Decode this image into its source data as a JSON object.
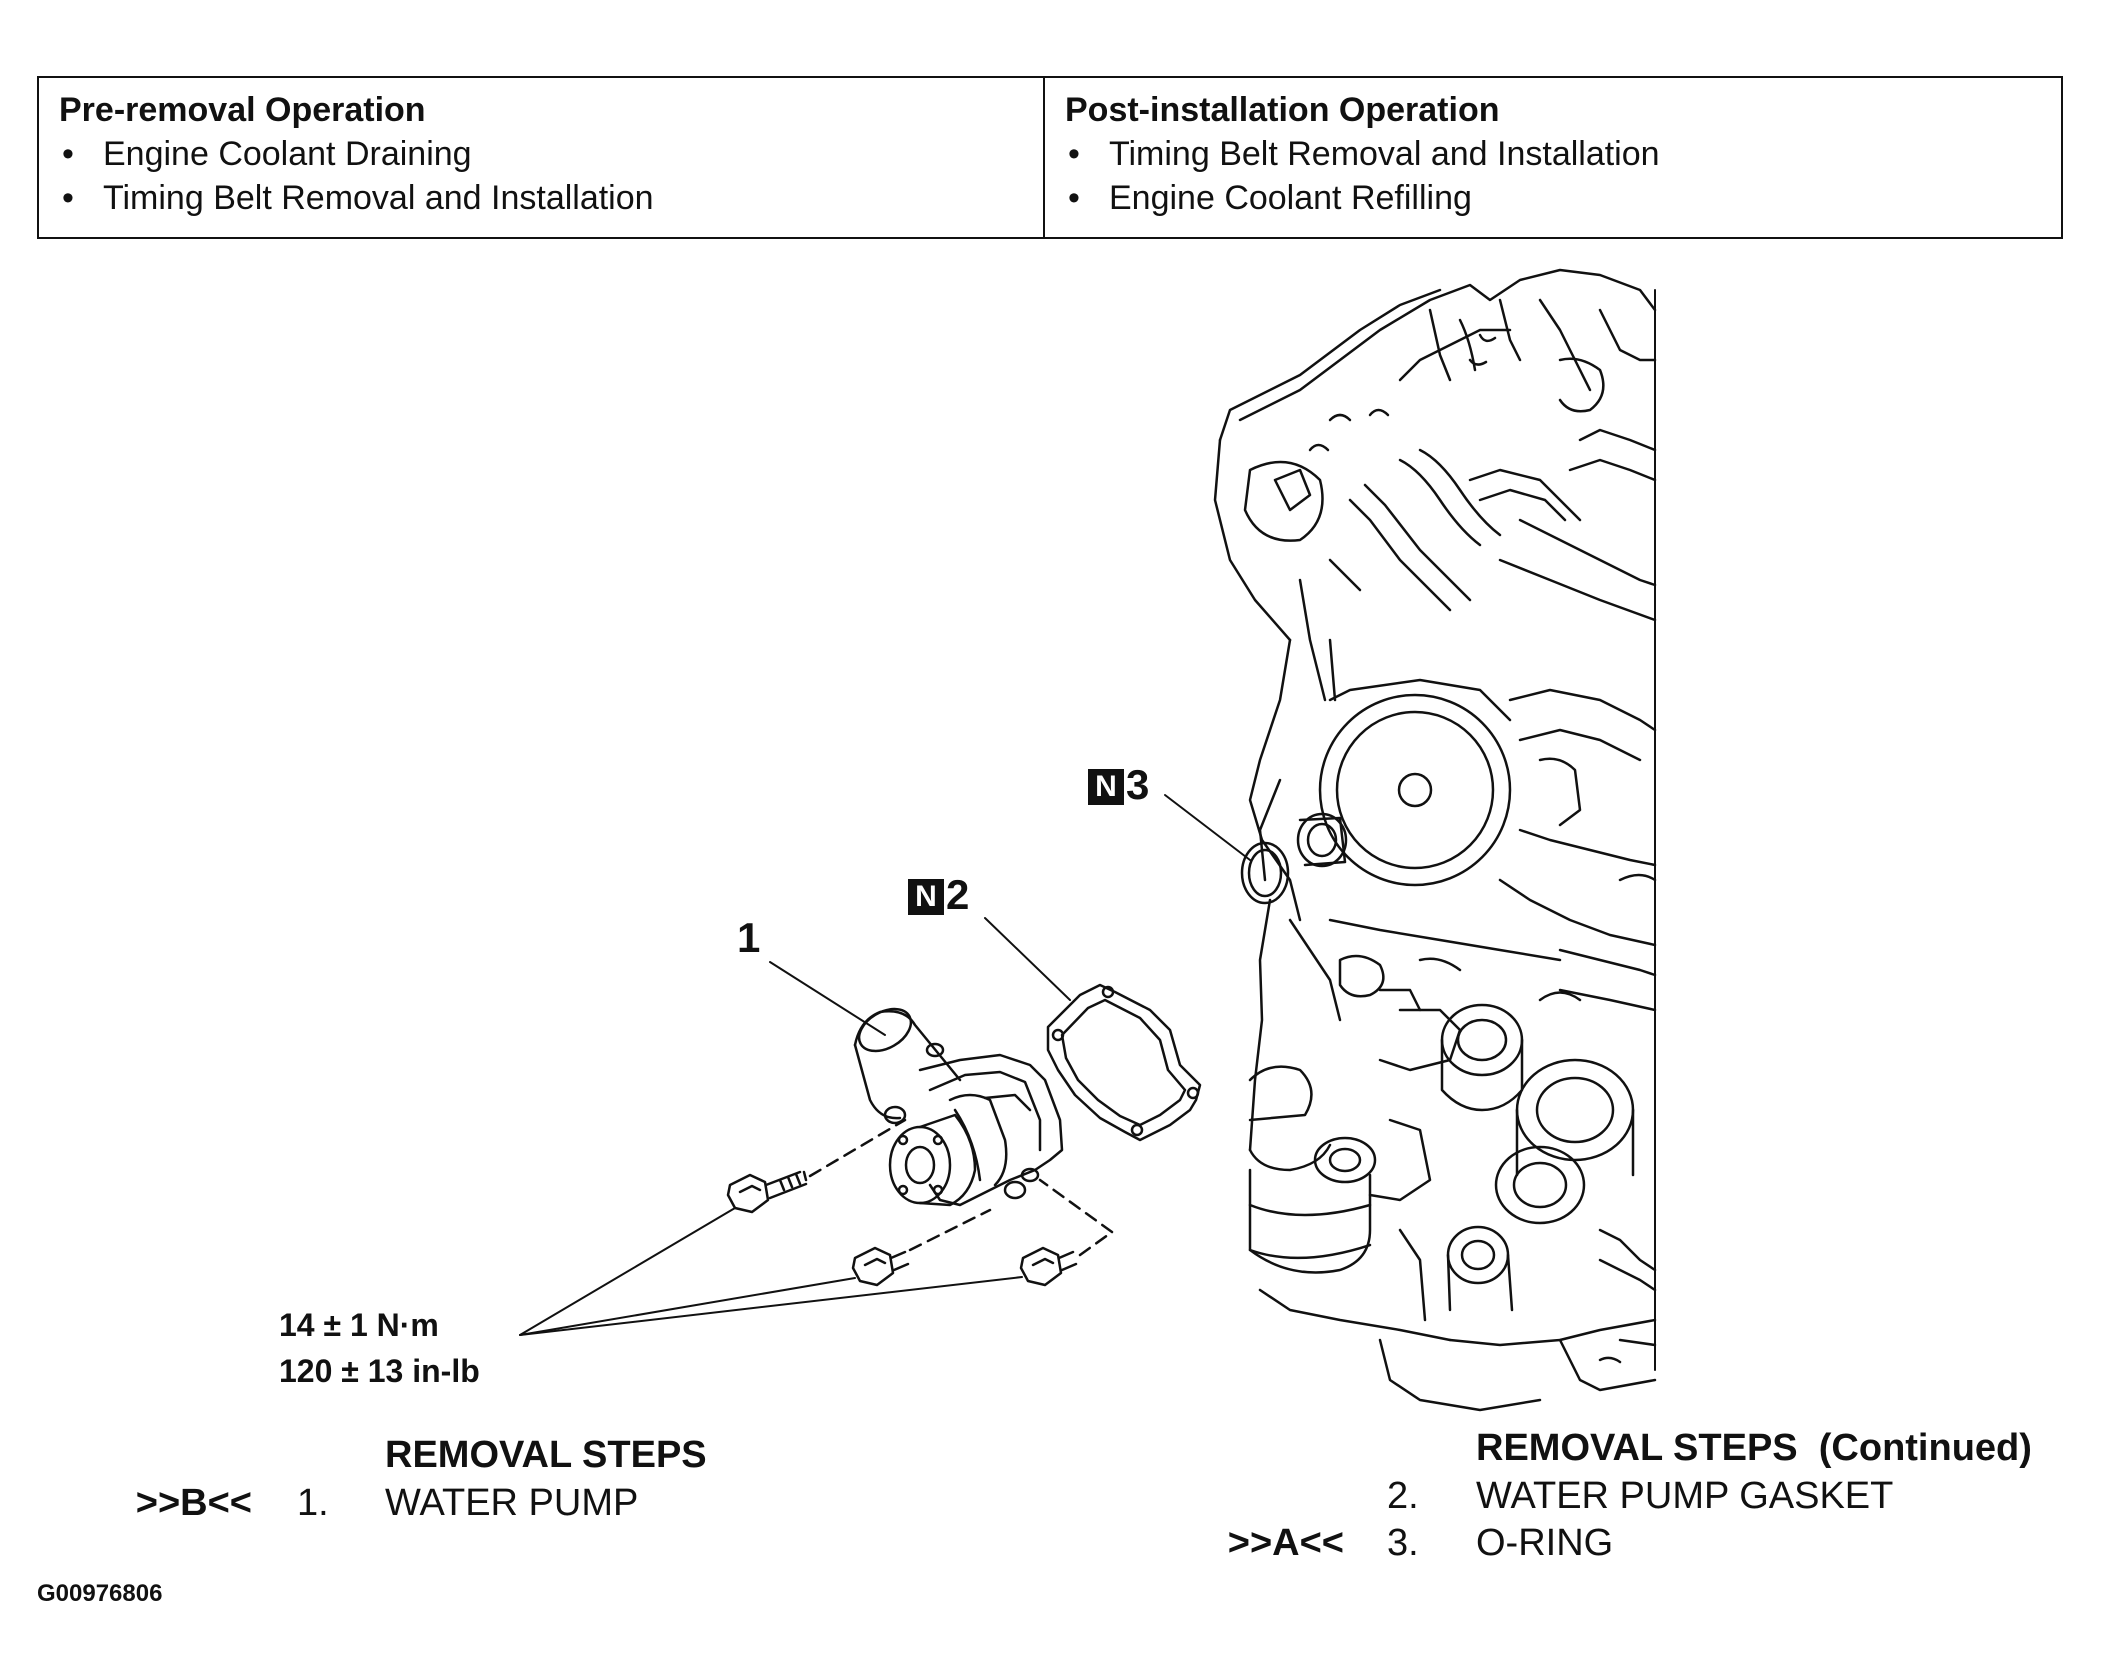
{
  "pre_removal": {
    "heading": "Pre-removal Operation",
    "items": [
      "Engine Coolant Draining",
      "Timing Belt Removal and Installation"
    ]
  },
  "post_installation": {
    "heading": "Post-installation Operation",
    "items": [
      "Timing Belt Removal and Installation",
      "Engine Coolant Refilling"
    ]
  },
  "callouts": {
    "part1": "1",
    "part2": "2",
    "part3": "3",
    "new_part_mark": "N"
  },
  "torque": {
    "metric": "14 ± 1 N·m",
    "imperial": "120 ± 13 in-lb"
  },
  "removal_steps_left": {
    "title": "REMOVAL STEPS",
    "steps": [
      {
        "ref": ">>B<<",
        "num": "1.",
        "text": "WATER PUMP"
      }
    ]
  },
  "removal_steps_right": {
    "title": "REMOVAL STEPS  (Continued)",
    "steps": [
      {
        "ref": "",
        "num": "2.",
        "text": "WATER PUMP GASKET"
      },
      {
        "ref": ">>A<<",
        "num": "3.",
        "text": "O-RING"
      }
    ]
  },
  "figure_code": "G00976806"
}
